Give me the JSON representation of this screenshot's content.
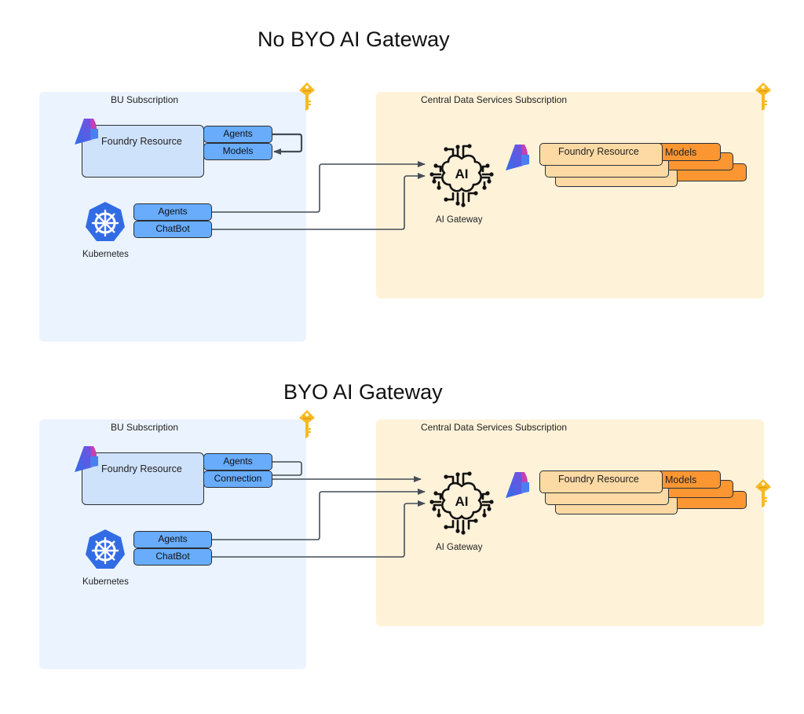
{
  "diagrams": [
    {
      "title": "No BYO AI Gateway",
      "bu_panel": {
        "label": "BU Subscription",
        "foundry": {
          "label": "Foundry Resource",
          "pills": [
            "Agents",
            "Models"
          ]
        },
        "kubernetes": {
          "label": "Kubernetes",
          "pills": [
            "Agents",
            "ChatBot"
          ]
        }
      },
      "central_panel": {
        "label": "Central Data Services Subscription",
        "gateway": {
          "icon_text": "AI",
          "label": "AI Gateway"
        },
        "foundry_stack": {
          "label": "Foundry Resource",
          "models_label": "Models"
        }
      },
      "connections": [
        {
          "from": "Foundry Agents",
          "to": "Foundry Models"
        },
        {
          "from": "Kubernetes Agents",
          "to": "AI Gateway"
        },
        {
          "from": "Kubernetes ChatBot",
          "to": "AI Gateway"
        }
      ]
    },
    {
      "title": "BYO AI Gateway",
      "bu_panel": {
        "label": "BU Subscription",
        "foundry": {
          "label": "Foundry Resource",
          "pills": [
            "Agents",
            "Connection"
          ]
        },
        "kubernetes": {
          "label": "Kubernetes",
          "pills": [
            "Agents",
            "ChatBot"
          ]
        }
      },
      "central_panel": {
        "label": "Central Data Services Subscription",
        "gateway": {
          "icon_text": "AI",
          "label": "AI Gateway"
        },
        "foundry_stack": {
          "label": "Foundry Resource",
          "models_label": "Models"
        }
      },
      "connections": [
        {
          "from": "Foundry Agents",
          "to": "Foundry Connection"
        },
        {
          "from": "Foundry Connection",
          "to": "AI Gateway"
        },
        {
          "from": "Kubernetes Agents",
          "to": "AI Gateway"
        },
        {
          "from": "Kubernetes ChatBot",
          "to": "AI Gateway"
        }
      ]
    }
  ],
  "colors": {
    "bu_panel": "#ebf3fe",
    "central_panel": "#fef2d9",
    "pill_blue": "#68acfb",
    "foundry_box": "#cfe2fc",
    "stack_light": "#fddaa4",
    "stack_orange": "#fb9632",
    "key": "#f7b924",
    "kubernetes": "#326ce5",
    "connector": "#444c57"
  }
}
